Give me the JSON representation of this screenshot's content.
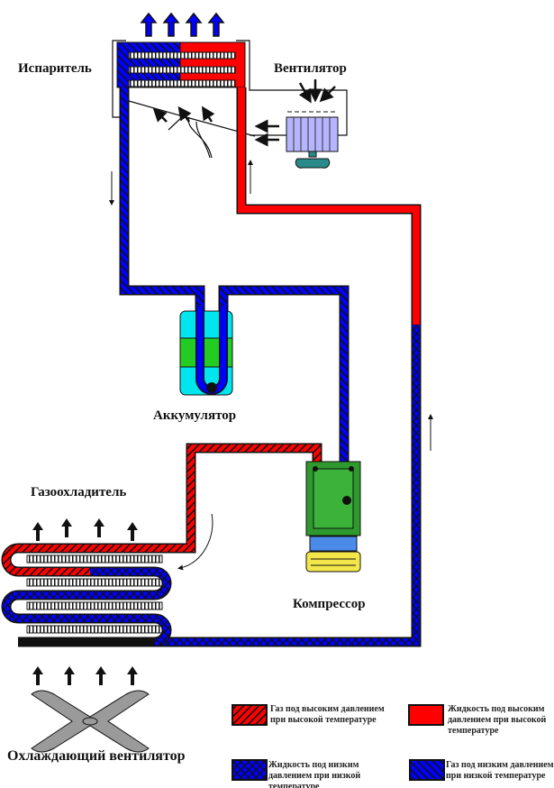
{
  "labels": {
    "evaporator": "Испаритель",
    "fan": "Вентилятор",
    "accumulator": "Аккумулятор",
    "gas_cooler": "Газоохладитель",
    "compressor": "Компрессор",
    "cooling_fan": "Охлаждающий вентилятор"
  },
  "legend": [
    {
      "text": "Газ под высоким давлением при высокой температуре",
      "color": "#ff0000",
      "pattern": "hatched"
    },
    {
      "text": "Жидкость под высоким давлением при высокой температуре",
      "color": "#ff0000",
      "pattern": "solid"
    },
    {
      "text": "Жидкость под низким давлением при низкой температуре",
      "color": "#0000ff",
      "pattern": "crosshatch"
    },
    {
      "text": "Газ под низким давлением при низкой температуре",
      "color": "#0000ff",
      "pattern": "hatched"
    }
  ],
  "colors": {
    "high": "#ff0000",
    "low": "#0000ff",
    "accumulator": "#00e5ee",
    "compressor": "#2e9a2e",
    "pulley": "#f2e64a",
    "fan_blade": "#9a9a9a"
  }
}
